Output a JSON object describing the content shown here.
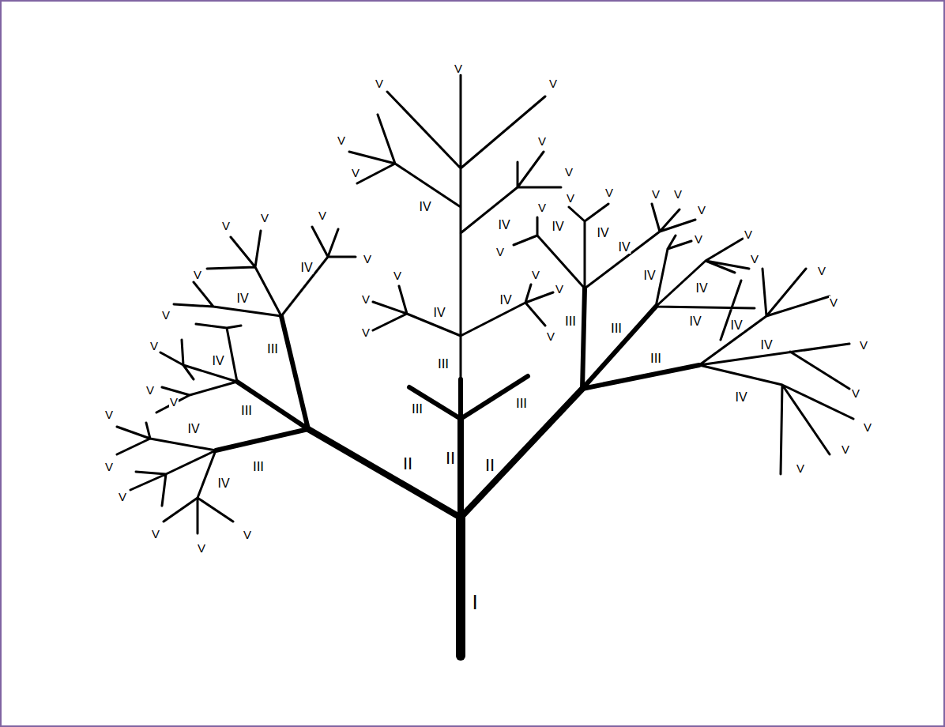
{
  "diagram": {
    "labels": [
      "V",
      "V",
      "V",
      "V",
      "V",
      "V",
      "V",
      "IV",
      "V",
      "V",
      "V",
      "V",
      "V",
      "V",
      "IV",
      "IV",
      "III",
      "III",
      "III",
      "II",
      "II",
      "II",
      "I",
      "V",
      "V",
      "V",
      "V",
      "IV",
      "IV",
      "V",
      "V",
      "III",
      "IV",
      "V",
      "V",
      "V",
      "III",
      "IV",
      "V",
      "V",
      "III",
      "IV",
      "V",
      "V",
      "V",
      "V",
      "V",
      "V",
      "V",
      "IV",
      "IV",
      "V",
      "IV",
      "V",
      "V",
      "V",
      "IV",
      "V",
      "V",
      "IV",
      "III",
      "IV",
      "V",
      "III",
      "IV",
      "IV",
      "III",
      "V",
      "V",
      "IV",
      "V",
      "IV",
      "V",
      "V",
      "V",
      "V"
    ]
  }
}
